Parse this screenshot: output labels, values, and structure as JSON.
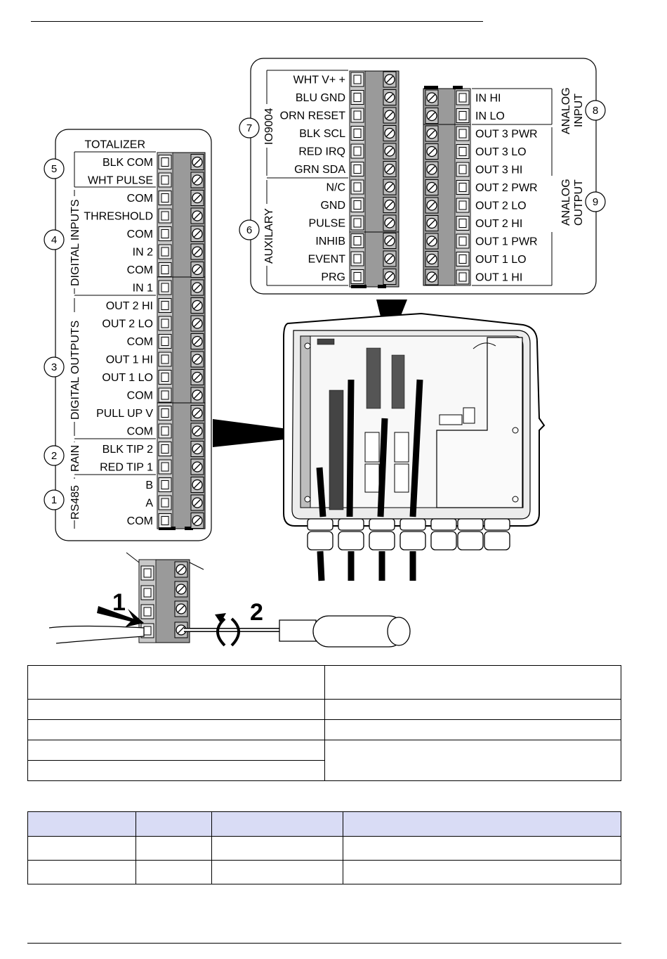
{
  "left_panel": {
    "rows": [
      {
        "label": "TOTALIZER"
      },
      {
        "label": "BLK COM"
      },
      {
        "label": "WHT PULSE"
      },
      {
        "label": "COM"
      },
      {
        "label": "THRESHOLD"
      },
      {
        "label": "COM"
      },
      {
        "label": "IN 2"
      },
      {
        "label": "COM"
      },
      {
        "label": "IN 1"
      },
      {
        "label": "OUT 2 HI"
      },
      {
        "label": "OUT 2 LO"
      },
      {
        "label": "COM"
      },
      {
        "label": "OUT 1 HI"
      },
      {
        "label": "OUT 1 LO"
      },
      {
        "label": "COM"
      },
      {
        "label": "PULL UP V"
      },
      {
        "label": "COM"
      },
      {
        "label": "BLK TIP 2"
      },
      {
        "label": "RED TIP 1"
      },
      {
        "label": "B"
      },
      {
        "label": "A"
      },
      {
        "label": "COM"
      }
    ],
    "groups": [
      "DIGITAL INPUTS",
      "DIGITAL OUTPUTS",
      "RAIN",
      "RS485"
    ],
    "callouts": [
      "5",
      "4",
      "3",
      "2",
      "1"
    ]
  },
  "top_panel": {
    "left_rows": [
      {
        "label": "WHT V+ +"
      },
      {
        "label": "BLU GND"
      },
      {
        "label": "ORN RESET"
      },
      {
        "label": "BLK SCL"
      },
      {
        "label": "RED IRQ"
      },
      {
        "label": "GRN SDA"
      },
      {
        "label": "N/C"
      },
      {
        "label": "GND"
      },
      {
        "label": "PULSE"
      },
      {
        "label": "INHIB"
      },
      {
        "label": "EVENT"
      },
      {
        "label": "PRG"
      }
    ],
    "right_rows": [
      {
        "label": "IN HI"
      },
      {
        "label": "IN LO"
      },
      {
        "label": "OUT 3 PWR"
      },
      {
        "label": "OUT 3 LO"
      },
      {
        "label": "OUT 3 HI"
      },
      {
        "label": "OUT 2 PWR"
      },
      {
        "label": "OUT 2 LO"
      },
      {
        "label": "OUT 2 HI"
      },
      {
        "label": "OUT 1 PWR"
      },
      {
        "label": "OUT 1 LO"
      },
      {
        "label": "OUT 1 HI"
      }
    ],
    "groups": [
      "IO9004",
      "AUXILARY"
    ],
    "right_groups": {
      "analog_input": [
        "ANALOG",
        "INPUT"
      ],
      "analog_output": [
        "ANALOG",
        "OUTPUT"
      ]
    },
    "callouts": [
      "7",
      "6",
      "8",
      "9"
    ]
  },
  "steps": [
    "1",
    "2"
  ],
  "colors": {
    "terminal_block": "#9a9a9a",
    "terminal_face": "#c8c8c8",
    "table_header": "#d9dcf5"
  }
}
